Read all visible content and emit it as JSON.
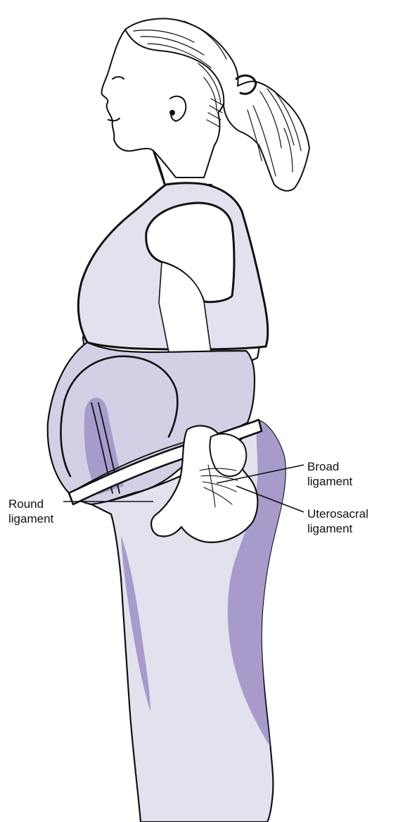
{
  "labels": {
    "broad": "Broad\nligament",
    "uterosacral": "Uterosacral\nligament",
    "round": "Round\nligament"
  },
  "colors": {
    "background": "#ffffff",
    "line": "#111111",
    "fill_light": "#e4e1ef",
    "fill_mid": "#c9c2e0",
    "fill_dark": "#a79bcc",
    "label_text": "#111111"
  }
}
